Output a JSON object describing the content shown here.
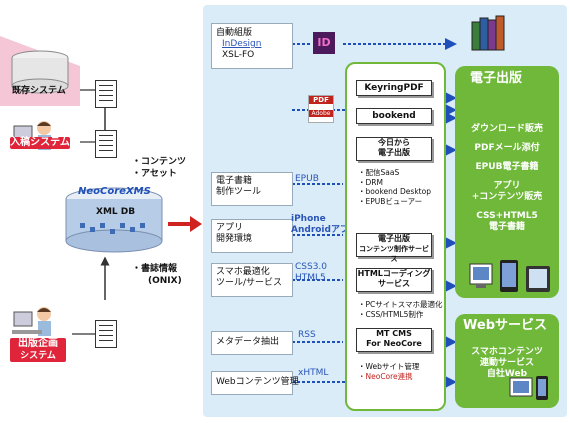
{
  "left": {
    "existing_system": "既存システム",
    "input_system": "入稿システム",
    "planning_system_l1": "出版企画",
    "planning_system_l2": "システム",
    "contents": "・コンテンツ",
    "assets": "・アセット",
    "biblio_l1": "・書誌情報",
    "biblio_l2": "(ONIX)",
    "xms_brand": "NeoCoreXMS",
    "xml_db": "XML DB"
  },
  "tools": [
    {
      "title_l1": "自動組版",
      "title_l2": "InDesign",
      "title_l3": "XSL-FO"
    },
    {
      "title_l1": "電子書籍",
      "title_l2": "制作ツール",
      "label": "EPUB"
    },
    {
      "title_l1": "アプリ",
      "title_l2": "開発環境",
      "label_l1": "iPhone",
      "label_l2": "Androidアプリ"
    },
    {
      "title_l1": "スマホ最適化",
      "title_l2": "ツール/サービス",
      "label_l1": "CSS3.0",
      "label_l2": "HTML5"
    },
    {
      "title_l1": "メタデータ抽出",
      "label": "RSS"
    },
    {
      "title_l1": "Webコンテンツ管理",
      "label": "xHTML"
    }
  ],
  "center": {
    "keyring": "KeyringPDF",
    "bookend": "bookend",
    "today_l1": "今日から",
    "today_l2": "電子出版",
    "bullets1": [
      "・配信SaaS",
      "・DRM",
      "・bookend Desktop",
      "・EPUBビューアー"
    ],
    "epub_service_l1": "電子出版",
    "epub_service_l2": "コンテンツ制作サービス",
    "html_coding_l1": "HTMLコーディング",
    "html_coding_l2": "サービス",
    "bullets2": [
      "・PCサイトスマホ最適化",
      "・CSS/HTML5制作"
    ],
    "mtcms_l1": "MT CMS",
    "mtcms_l2": "For NeoCore",
    "bullets3": [
      "・Webサイト管理",
      "・NeoCore連携"
    ]
  },
  "epub_panel": {
    "title": "電子出版",
    "items": [
      "ダウンロード販売",
      "PDFメール添付",
      "EPUB電子書籍",
      "アプリ",
      "+コンテンツ販売",
      "CSS+HTML5",
      "電子書籍"
    ]
  },
  "web_panel": {
    "title": "Webサービス",
    "items": [
      "スマホコンテンツ",
      "連動サービス",
      "自社Web"
    ]
  },
  "icons": {
    "indesign": "ID",
    "pdf": "PDF",
    "adobe": "Adobe"
  },
  "colors": {
    "accent_green": "#6fb83a",
    "panel_blue": "#d9ecf7",
    "arrow_red": "#d0231f",
    "arrow_blue": "#1f4fb8"
  }
}
